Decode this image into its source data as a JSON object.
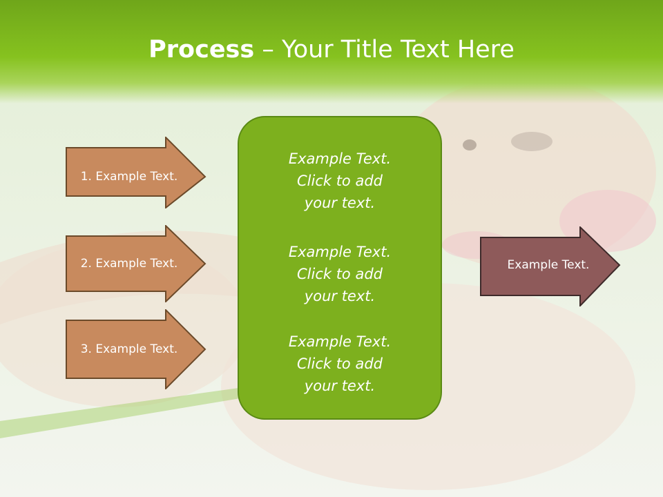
{
  "title": {
    "bold": "Process",
    "rest": " – Your Title Text Here"
  },
  "left_arrows": [
    {
      "label": "1. Example Text."
    },
    {
      "label": "2. Example Text."
    },
    {
      "label": "3. Example Text."
    }
  ],
  "center_box": {
    "paragraphs": [
      {
        "l1": "Example Text.",
        "l2": "Click  to add",
        "l3": "your text."
      },
      {
        "l1": "Example Text.",
        "l2": "Click  to add",
        "l3": "your text."
      },
      {
        "l1": "Example Text.",
        "l2": "Click  to add",
        "l3": "your text."
      }
    ]
  },
  "right_arrow": {
    "label": "Example Text."
  },
  "colors": {
    "title_band": "#86c21f",
    "left_arrow_fill": "#c88a5e",
    "left_arrow_stroke": "#6b4a2a",
    "center_fill": "#7db01e",
    "right_arrow_fill": "#8e5a5a",
    "right_arrow_stroke": "#3d2a2a"
  }
}
